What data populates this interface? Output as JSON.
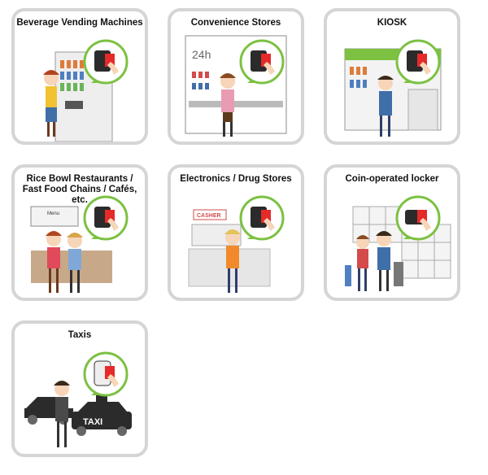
{
  "cards": [
    {
      "title": "Beverage Vending Machines"
    },
    {
      "title": "Convenience Stores",
      "sign": "24h"
    },
    {
      "title": "KIOSK"
    },
    {
      "title": "Rice Bowl Restaurants /\nFast Food Chains / Cafés, etc.",
      "menu": "Menu"
    },
    {
      "title": "Electronics / Drug Stores",
      "sign": "CASHER"
    },
    {
      "title": "Coin-operated locker"
    },
    {
      "title": "Taxis",
      "sign": "TAXI"
    }
  ],
  "colors": {
    "card_border": "#d5d5d5",
    "bubble_green": "#7cc142",
    "card_red": "#e52a2a",
    "reader_dark": "#2b2b2b"
  },
  "icons": [
    "card-reader-icon",
    "ic-card-icon",
    "hand-icon",
    "person-illustration"
  ]
}
